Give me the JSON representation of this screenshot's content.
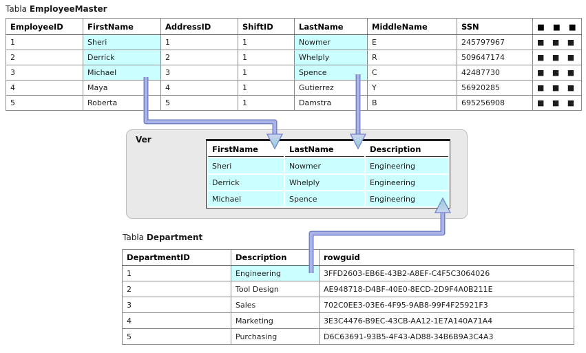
{
  "employee_table": {
    "label_prefix": "Tabla",
    "label_name": "EmployeeMaster",
    "columns": [
      "EmployeeID",
      "FirstName",
      "AddressID",
      "ShiftID",
      "LastName",
      "MiddleName",
      "SSN"
    ],
    "rows": [
      [
        "1",
        "Sheri",
        "1",
        "1",
        "Nowmer",
        "E",
        "245797967"
      ],
      [
        "2",
        "Derrick",
        "2",
        "1",
        "Whelply",
        "R",
        "509647174"
      ],
      [
        "3",
        "Michael",
        "3",
        "1",
        "Spence",
        "C",
        "42487730"
      ],
      [
        "4",
        "Maya",
        "4",
        "1",
        "Gutierrez",
        "Y",
        "56920285"
      ],
      [
        "5",
        "Roberta",
        "5",
        "1",
        "Damstra",
        "B",
        "695256908"
      ]
    ]
  },
  "view": {
    "label": "Ver",
    "columns": [
      "FirstName",
      "LastName",
      "Description"
    ],
    "rows": [
      [
        "Sheri",
        "Nowmer",
        "Engineering"
      ],
      [
        "Derrick",
        "Whelply",
        "Engineering"
      ],
      [
        "Michael",
        "Spence",
        "Engineering"
      ]
    ]
  },
  "department_table": {
    "label_prefix": "Tabla",
    "label_name": "Department",
    "columns": [
      "DepartmentID",
      "Description",
      "rowguid"
    ],
    "rows": [
      [
        "1",
        "Engineering",
        "3FFD2603-EB6E-43B2-A8EF-C4F5C3064026"
      ],
      [
        "2",
        "Tool Design",
        "AE948718-D4BF-40E0-8ECD-2D9F4A0B211E"
      ],
      [
        "3",
        "Sales",
        "702C0EE3-03E6-4F95-9AB8-99F4F25921F3"
      ],
      [
        "4",
        "Marketing",
        "3E3C4476-B9EC-43CB-AA12-1E7A140A71A4"
      ],
      [
        "5",
        "Purchasing",
        "D6C63691-93B5-4F43-AD88-34B6B9A3C4A3"
      ]
    ]
  },
  "dots_glyph": "■ ■ ■",
  "colors": {
    "highlight": "#ccffff",
    "arrow_shaft": "#aab4e6",
    "arrow_outline": "#7381cb",
    "arrowhead_top": "#ccd6ef",
    "arrowhead_tip": "#8fcbd6",
    "view_box_bg": "#e9e9e9",
    "grid_line": "#8a8a8a",
    "table_border": "#4a4a4a"
  }
}
